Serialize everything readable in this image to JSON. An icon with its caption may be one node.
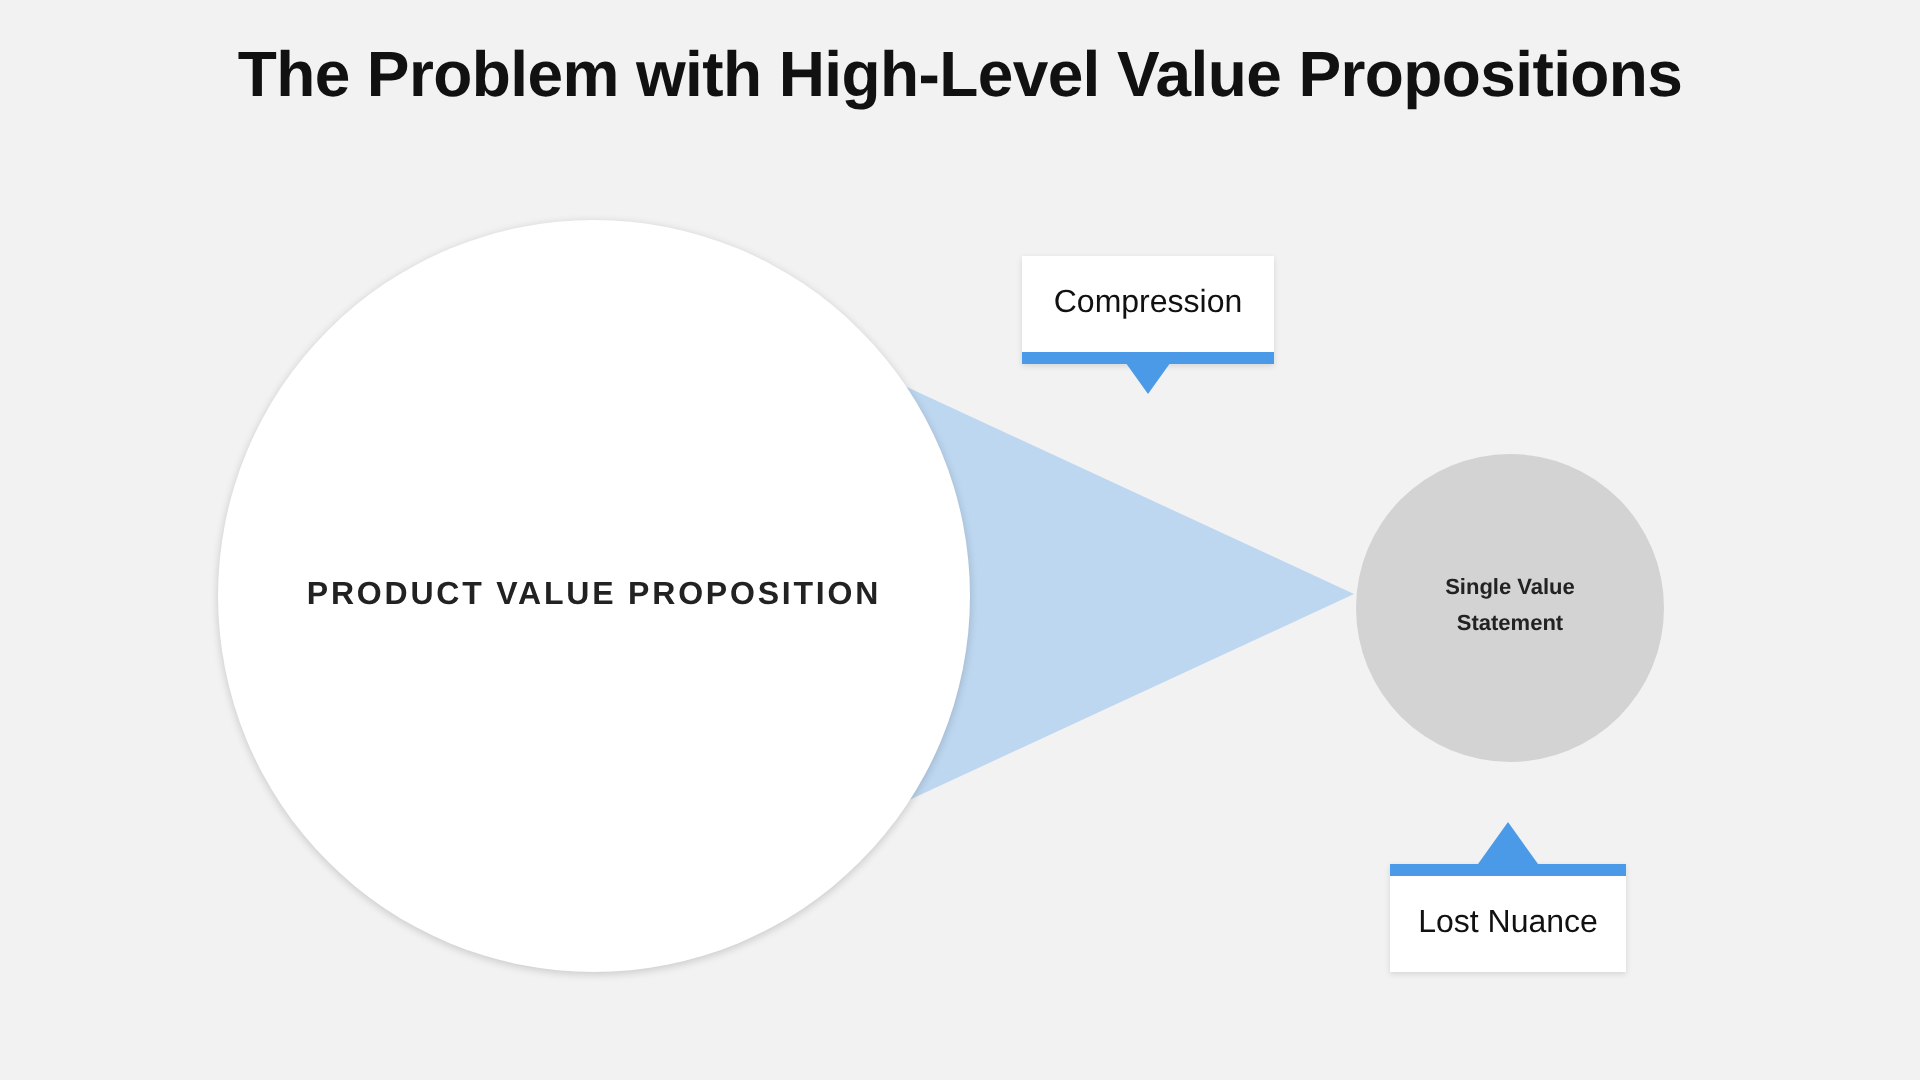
{
  "diagram": {
    "title": "The Problem with High-Level Value Propositions",
    "nodes": [
      {
        "text": [
          "PRODUCT VALUE PROPOSITION"
        ]
      },
      {
        "text": [
          "Single Value Statement"
        ]
      },
      {
        "text": [
          "Compression"
        ]
      },
      {
        "text": [
          "Lost Nuance"
        ]
      },
      {
        "text": [],
        "shape": "triangle"
      }
    ]
  }
}
